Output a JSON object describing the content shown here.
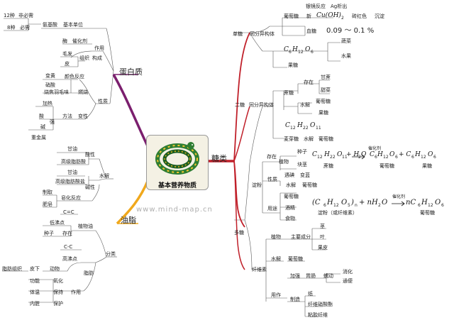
{
  "center": {
    "label": "基本营养物质",
    "image": "snake-ring-icon"
  },
  "protein": {
    "title": "蛋白质",
    "t1": "12种",
    "t2": "非必需",
    "t3": "8种",
    "t4": "必需",
    "t5": "氨基酸",
    "t6": "基本单位",
    "t7": "酶",
    "t8": "催化剂",
    "t9": "作用",
    "t10": "毛发",
    "t11": "组织",
    "t12": "构成",
    "t13": "皮",
    "t14": "颜色反应",
    "t15": "变黄",
    "t16": "硝酸",
    "t17": "烧焦羽毛味",
    "t18": "燃烧",
    "t19": "性质",
    "t20": "加热",
    "t21": "方法",
    "t22": "变性",
    "t23": "酸",
    "t24": "碱",
    "t25": "强",
    "t26": "重金属"
  },
  "fat": {
    "title": "油脂",
    "t1": "甘油",
    "t2": "酸性",
    "t3": "高级脂肪酸",
    "t4": "甘油",
    "t5": "碱性",
    "t6": "高级脂肪酸盐",
    "t7": "水解",
    "t8": "制取",
    "t9": "皂化反应",
    "t10": "肥皂",
    "t11": "C=C",
    "t12": "低沸点",
    "t13": "植物油",
    "t14": "种子",
    "t15": "存在",
    "t16": "分类",
    "t17": "C-C",
    "t18": "高沸点",
    "t19": "脂肪组织",
    "t20": "皮下",
    "t21": "动物",
    "t22": "脂肪",
    "t23": "功能",
    "t24": "氧化",
    "t25": "体温",
    "t26": "保持",
    "t27": "作用",
    "t28": "内脏",
    "t29": "保护"
  },
  "sugar": {
    "title": "糖类",
    "t1": "单糖",
    "t2": "同分异构体",
    "t3": "银镜反应",
    "t4": "Ag析出",
    "t5": "葡萄糖",
    "t6": "新",
    "t7": "Cu(OH)",
    "t8": "砖红色",
    "t9": "沉淀",
    "t10": "血糖",
    "t11": "0.09 ～ 0.1 %",
    "t12": "蔬菜",
    "t13": "水果",
    "t14": "C",
    "t15": "H",
    "t16": "O",
    "t17": "果糖",
    "t18": "二糖",
    "t19": "同分异构体",
    "t20": "存在",
    "t21": "甘蔗",
    "t22": "甜菜",
    "t23": "蔗糖",
    "t24": "水解",
    "t25": "葡萄糖",
    "t26": "果糖",
    "t27": "C",
    "t28": "H",
    "t29": "O",
    "t30": "麦芽糖",
    "t31": "水解",
    "t32": "葡萄糖",
    "t33": "多糖",
    "t34": "存在",
    "t35": "植物",
    "t36": "种子",
    "t37": "块茎",
    "t38": "淀粉",
    "t39": "性质",
    "t40": "遇碘",
    "t41": "变蓝",
    "t42": "水解",
    "t43": "葡萄糖",
    "t44": "用途",
    "t45": "葡萄糖",
    "t46": "酒精",
    "t47": "食物",
    "t48": "C",
    "t49": "H",
    "t50": "O",
    "t51": "+ H",
    "t52": "O",
    "t53": "C",
    "t54": "H",
    "t55": "O",
    "t56": "+ C",
    "t57": "H",
    "t58": "O",
    "t59": "催化剂",
    "t60": "蔗糖",
    "t61": "葡萄糖",
    "t62": "果糖",
    "t63": "(C",
    "t64": "H",
    "t65": "O",
    "t66": ")",
    "t67": "+ nH",
    "t68": "O",
    "t69": "nC",
    "t70": "H",
    "t71": "O",
    "t72": "催化剂",
    "t73": "淀粉（或纤维素）",
    "t74": "葡萄糖",
    "t75": "纤维素",
    "t76": "植物",
    "t77": "主要成分",
    "t78": "茎",
    "t79": "叶",
    "t80": "果皮",
    "t81": "水解",
    "t82": "葡萄糖",
    "t83": "用作",
    "t84": "加强",
    "t85": "胃肠",
    "t86": "蠕动",
    "t87": "消化",
    "t88": "通便",
    "t89": "制造",
    "t90": "纸",
    "t91": "纤维硝酸酯",
    "t92": "粘胶纤维"
  },
  "sub": {
    "s2": "2",
    "s6": "6",
    "s12": "12",
    "s22": "22",
    "s11": "11",
    "s5": "5",
    "sn": "n"
  },
  "watermark": "www.mind-map.cn",
  "colors": {
    "protein": "#7b1f6e",
    "fat": "#f0a81c",
    "sugar": "#c0202a",
    "line": "#5a5a5a"
  }
}
